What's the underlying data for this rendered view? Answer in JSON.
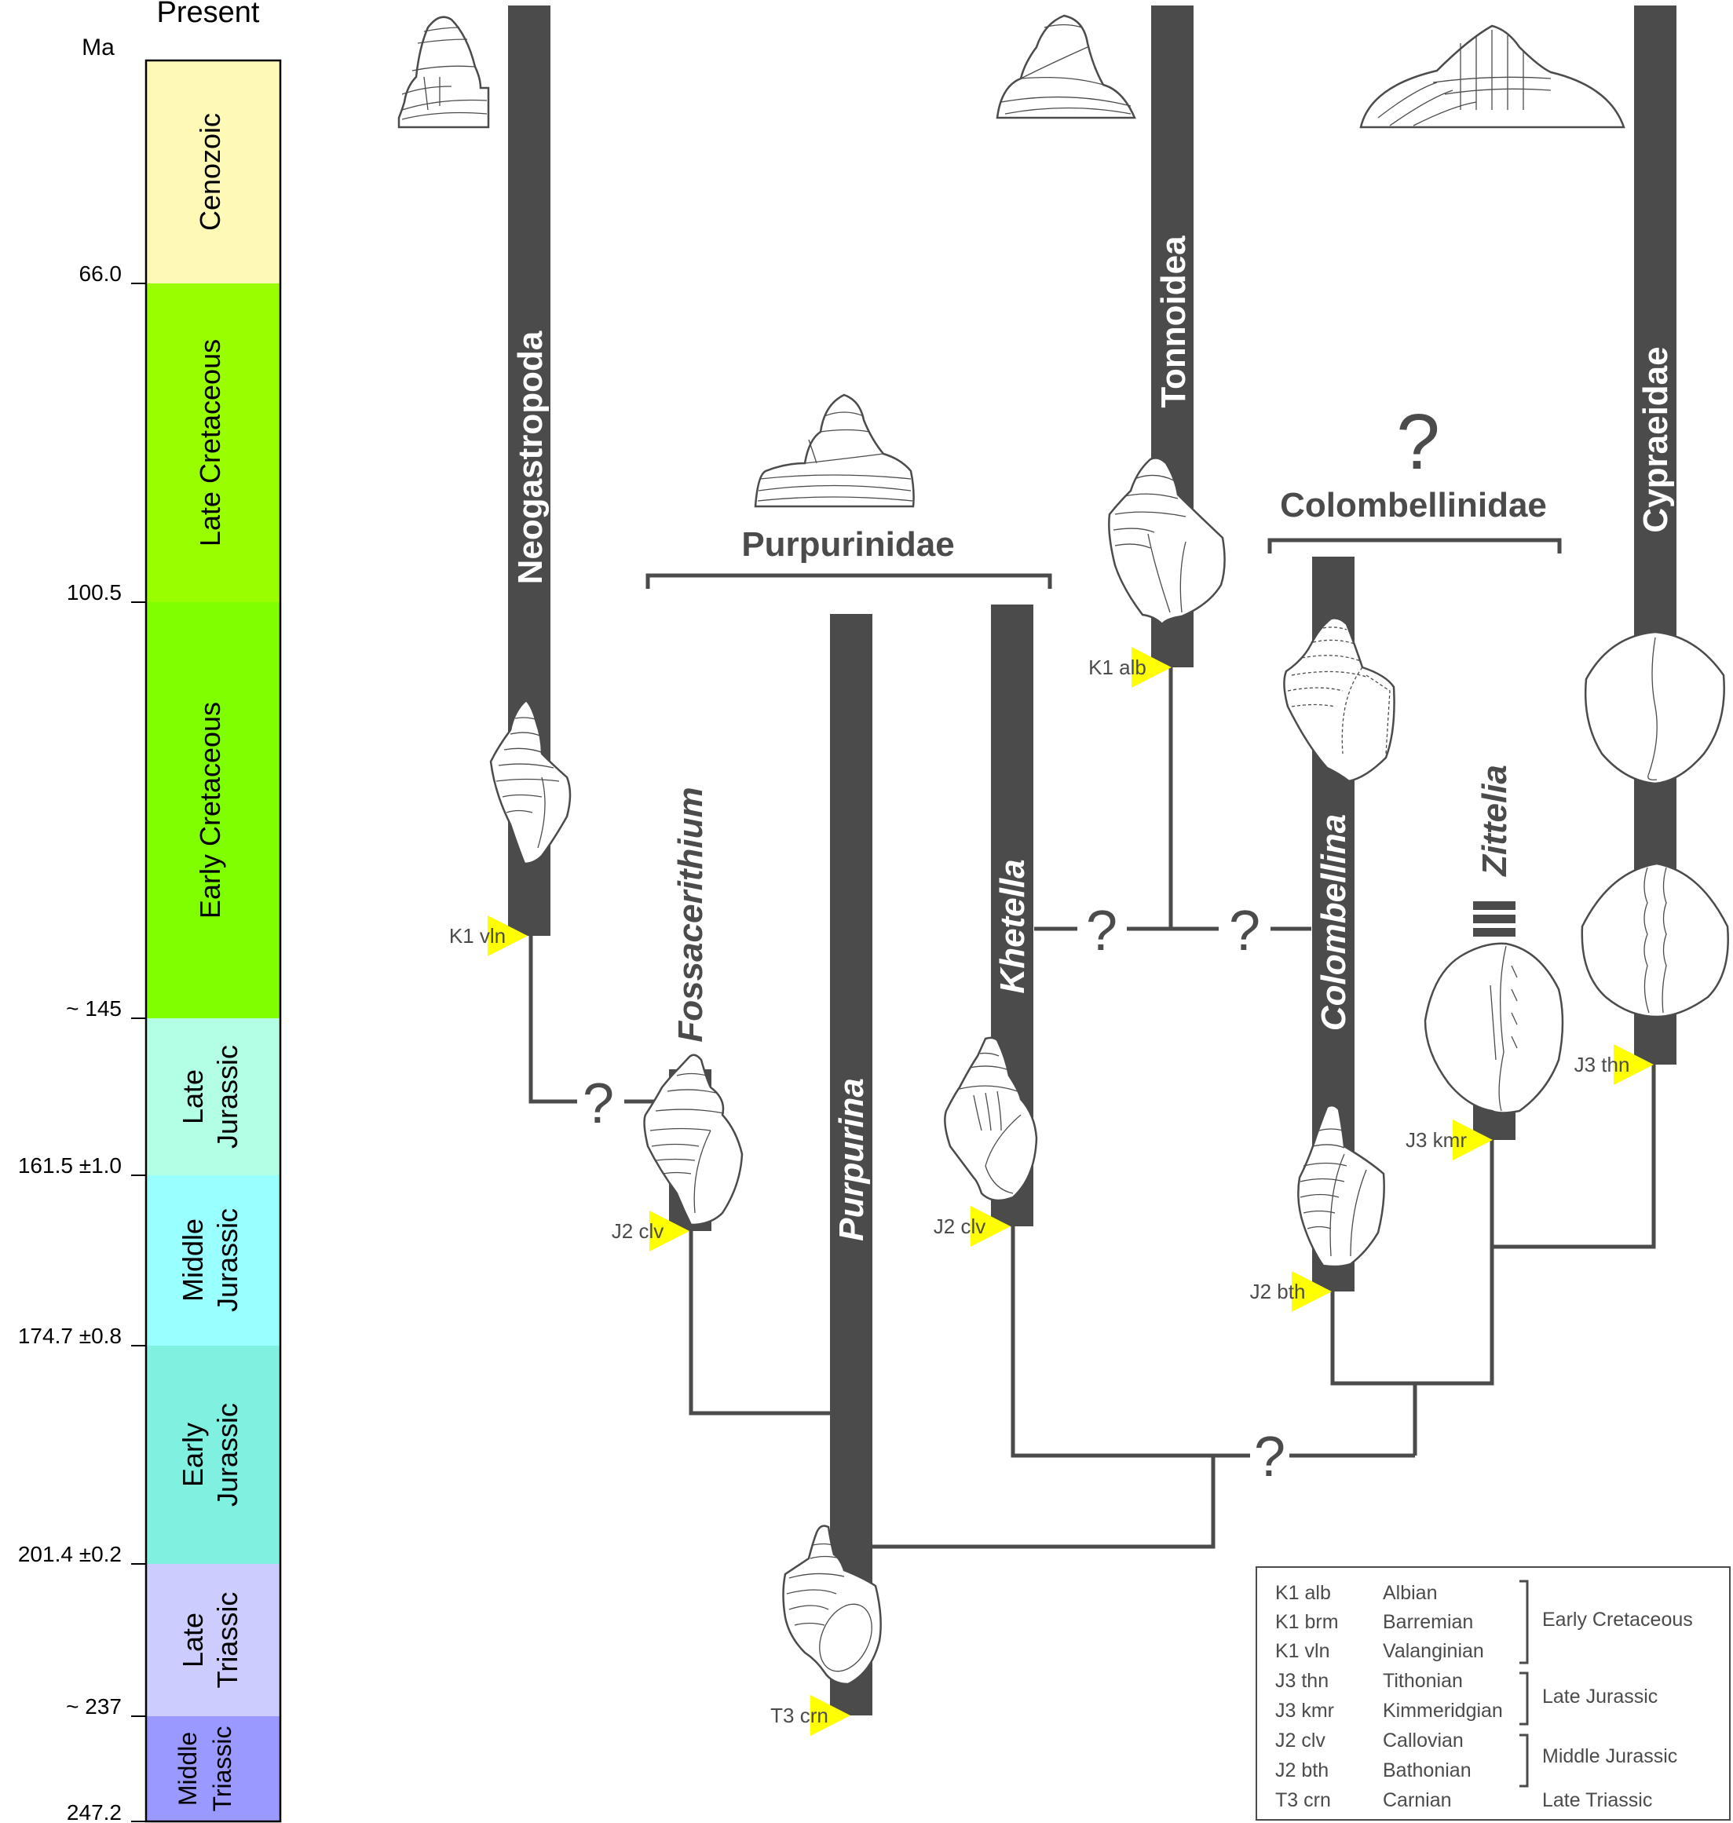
{
  "timescale": {
    "header_present": "Present",
    "unit_label": "Ma",
    "boundaries": [
      {
        "age": 66.0,
        "label": "66.0"
      },
      {
        "age": 100.5,
        "label": "100.5"
      },
      {
        "age": 145,
        "label": "~ 145"
      },
      {
        "age": 161.5,
        "label": "161.5 ±1.0"
      },
      {
        "age": 174.7,
        "label": "174.7 ±0.8"
      },
      {
        "age": 201.4,
        "label": "201.4 ±0.2"
      },
      {
        "age": 237,
        "label": "~ 237"
      },
      {
        "age": 247.2,
        "label": "247.2"
      }
    ],
    "intervals": [
      {
        "name": "Cenozoic",
        "lines": [
          "Cenozoic"
        ],
        "color": "#fff9b8"
      },
      {
        "name": "Late Cretaceous",
        "lines": [
          "Late Cretaceous"
        ],
        "color": "#99ff00"
      },
      {
        "name": "Early Cretaceous",
        "lines": [
          "Early Cretaceous"
        ],
        "color": "#80ff00"
      },
      {
        "name": "Late Jurassic",
        "lines": [
          "Late",
          "Jurassic"
        ],
        "color": "#b3ffe6"
      },
      {
        "name": "Middle Jurassic",
        "lines": [
          "Middle",
          "Jurassic"
        ],
        "color": "#99ffff"
      },
      {
        "name": "Early Jurassic",
        "lines": [
          "Early",
          "Jurassic"
        ],
        "color": "#80f0e0"
      },
      {
        "name": "Late Triassic",
        "lines": [
          "Late",
          "Triassic"
        ],
        "color": "#ccccff"
      },
      {
        "name": "Middle Triassic",
        "lines": [
          "Middle",
          "Triassic"
        ],
        "color": "#9999ff"
      }
    ]
  },
  "taxa": [
    {
      "id": "neogastropoda",
      "name": "Neogastropoda",
      "italic": false,
      "first_appearance": "K1 vln"
    },
    {
      "id": "fossacerithium",
      "name": "Fossacerithium",
      "italic": true,
      "first_appearance": "J2 clv"
    },
    {
      "id": "purpurina",
      "name": "Purpurina",
      "italic": true,
      "first_appearance": "T3 crn"
    },
    {
      "id": "khetella",
      "name": "Khetella",
      "italic": true,
      "first_appearance": "J2 clv"
    },
    {
      "id": "tonnoidea",
      "name": "Tonnoidea",
      "italic": false,
      "first_appearance": "K1 alb"
    },
    {
      "id": "colombellina",
      "name": "Colombellina",
      "italic": true,
      "first_appearance": "J2 bth"
    },
    {
      "id": "zittelia",
      "name": "Zittelia",
      "italic": true,
      "first_appearance": "J3 kmr"
    },
    {
      "id": "cypraeidae",
      "name": "Cypraeidae",
      "italic": false,
      "first_appearance": "J3 thn"
    }
  ],
  "clades": [
    {
      "name": "Purpurinidae"
    },
    {
      "name": "Colombellinidae",
      "uncertain_mark": "?"
    }
  ],
  "uncertainty_mark": "?",
  "synonymy_mark": "III",
  "legend": {
    "rows": [
      {
        "code": "K1 alb",
        "stage": "Albian"
      },
      {
        "code": "K1 brm",
        "stage": "Barremian"
      },
      {
        "code": "K1 vln",
        "stage": "Valanginian"
      },
      {
        "code": "J3 thn",
        "stage": "Tithonian"
      },
      {
        "code": "J3 kmr",
        "stage": "Kimmeridgian"
      },
      {
        "code": "J2 clv",
        "stage": "Callovian"
      },
      {
        "code": "J2 bth",
        "stage": "Bathonian"
      },
      {
        "code": "T3 crn",
        "stage": "Carnian"
      }
    ],
    "groups": [
      {
        "name": "Early Cretaceous"
      },
      {
        "name": "Late Jurassic"
      },
      {
        "name": "Middle Jurassic"
      },
      {
        "name": "Late Triassic"
      }
    ]
  },
  "colors": {
    "bar": "#4b4b4b",
    "marker": "#ffff00",
    "text": "#4b4b4b"
  }
}
